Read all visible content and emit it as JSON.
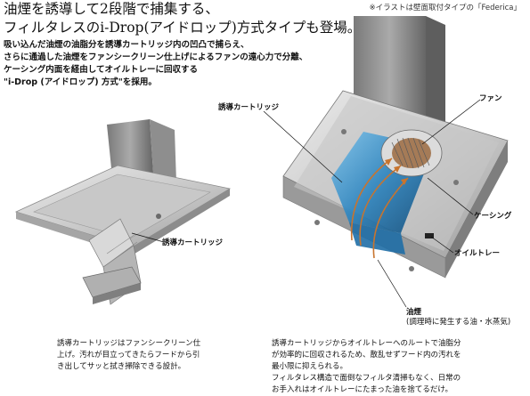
{
  "heading": {
    "line1": "油煙を誘導して2段階で捕集する、",
    "line2": "フィルタレスのi-Drop(アイドロップ)方式タイプも登場。"
  },
  "note": "※イラストは壁面取付タイプの「Federica」",
  "intro": {
    "line1": "吸い込んだ油煙の油脂分を誘導カートリッジ内の凹凸で捕らえ、",
    "line2": "さらに通過した油煙をファンシークリーン仕上げによるファンの遠心力で分離、",
    "line3": "ケーシング内面を経由してオイルトレーに回収する",
    "line4": "\"i-Drop (アイドロップ) 方式\"を採用。"
  },
  "labels": {
    "cartridge_left": "誘導カートリッジ",
    "cartridge_right": "誘導カートリッジ",
    "fan": "ファン",
    "casing": "ケーシング",
    "oil_tray": "オイルトレー",
    "smoke": "油煙",
    "smoke_sub": "(調理時に発生する油・水蒸気)"
  },
  "caption_left": {
    "line1": "誘導カートリッジはファンシークリーン仕",
    "line2": "上げ。汚れが目立ってきたらフードから引",
    "line3": "き出してサッと拭き掃除できる設計。"
  },
  "caption_right": {
    "line1": "誘導カートリッジからオイルトレーへのルートで油脂分",
    "line2": "が効率的に回収されるため、散乱せずフード内の汚れを",
    "line3": "最小限に抑えられる。",
    "line4": "フィルタレス構造で面倒なフィルタ清掃もなく、日常の",
    "line5": "お手入れはオイルトレーにたまった油を捨てるだけ。"
  },
  "colors": {
    "steel_light": "#d9d9d9",
    "steel_dark": "#8a8a8a",
    "interior_blue": "#2b7fb8",
    "airflow_orange": "#c8742e"
  }
}
